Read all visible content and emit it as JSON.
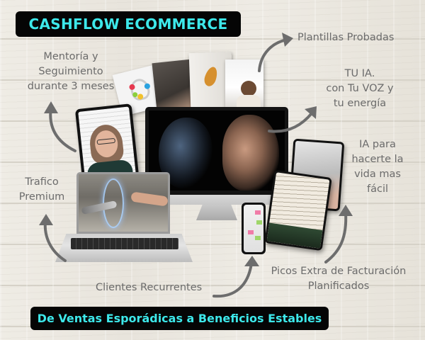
{
  "header": {
    "title": "CASHFLOW ECOMMERCE"
  },
  "footer": {
    "tagline": "De Ventas Esporádicas a Beneficios Estables"
  },
  "features": {
    "mentoria": {
      "line1": "Mentoría y",
      "line2": "Seguimiento",
      "line3": "durante 3 meses"
    },
    "plantillas": {
      "line1": "Plantillas Probadas"
    },
    "tu_ia": {
      "line1": "TU IA.",
      "line2": "con Tu VOZ y",
      "line3": "tu energía"
    },
    "ia_facil": {
      "line1": "IA para",
      "line2": "hacerte la",
      "line3": "vida mas",
      "line4": "fácil"
    },
    "trafico": {
      "line1": "Trafico",
      "line2": "Premium"
    },
    "clientes": {
      "line1": "Clientes Recurrentes"
    },
    "picos": {
      "line1": "Picos Extra de Facturación",
      "line2": "Planificados"
    }
  },
  "colors": {
    "badge_bg": "#050505",
    "badge_text": "#3de8ea",
    "label_text": "#6b6b6b",
    "arrow": "#6d6d6d",
    "background": "#ebe8e0"
  }
}
